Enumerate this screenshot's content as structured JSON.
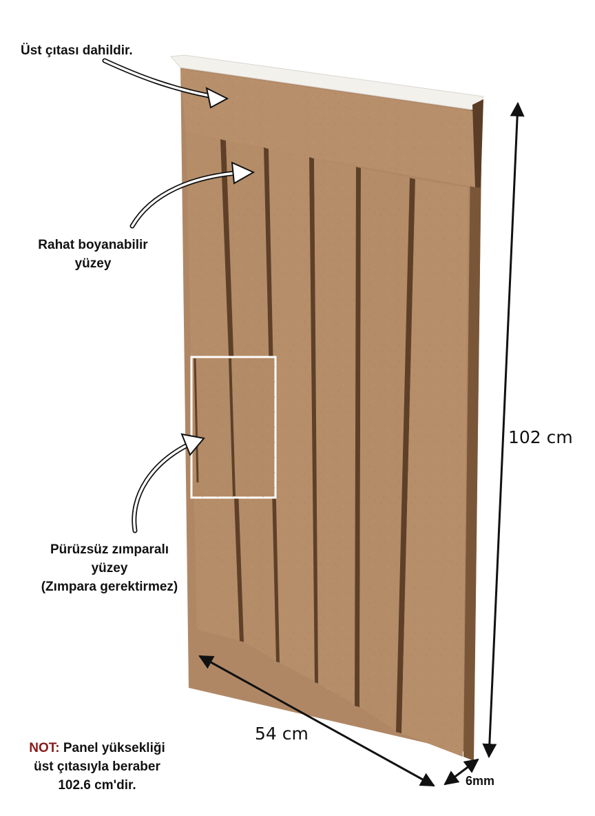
{
  "labels": {
    "top_strip": "Üst çıtası dahildir.",
    "paintable_line1": "Rahat boyanabilir",
    "paintable_line2": "yüzey",
    "sanded_line1": "Pürüzsüz zımparalı",
    "sanded_line2": "yüzey",
    "sanded_line3": "(Zımpara gerektirmez)"
  },
  "dimensions": {
    "height": "102 cm",
    "width": "54 cm",
    "thickness": "6mm"
  },
  "note": {
    "keyword": "NOT:",
    "line1": "Panel yüksekliği",
    "line2": "üst çıtasıyla beraber",
    "line3": "102.6 cm'dir."
  },
  "colors": {
    "panel": "#b58d68",
    "panel_shadow": "#6b4a30",
    "top_strip": "#f3f1ec",
    "note_keyword": "#8b1a1a"
  }
}
